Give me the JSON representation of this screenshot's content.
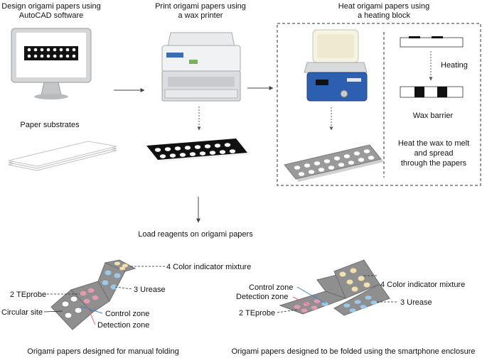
{
  "steps": {
    "design": {
      "line1": "Design origami papers using",
      "line2": "AutoCAD software"
    },
    "print": {
      "line1": "Print origami papers using",
      "line2": "a wax printer"
    },
    "heat": {
      "line1": "Heat origami papers using",
      "line2": "a heating block"
    },
    "substrates": "Paper substrates",
    "load": "Load reagents on origami papers"
  },
  "heat_panel": {
    "heating": "Heating",
    "wax_barrier": "Wax barrier",
    "note_line1": "Heat the wax to melt",
    "note_line2": "and spread",
    "note_line3": "through the papers"
  },
  "manual": {
    "caption": "Origami papers designed for manual folding",
    "labels": {
      "color_indicator": "4 Color indicator mixture",
      "urease": "3 Urease",
      "teprobe": "2 TEprobe",
      "circular_site": "Circular site",
      "control_zone": "Control zone",
      "detection_zone": "Detection zone"
    }
  },
  "enclosure": {
    "caption": "Origami papers designed to be folded using the smartphone enclosure",
    "labels": {
      "control_zone": "Control zone",
      "detection_zone": "Detection zone",
      "color_indicator": "4 Color indicator mixture",
      "teprobe": "2 TEprobe",
      "urease": "3 Urease"
    }
  },
  "colors": {
    "paper_gray": "#8f8f8f",
    "yellow_spot": "#f5deb0",
    "blue_spot": "#9cc8ea",
    "pink_spot": "#e39bb0",
    "hotplate_blue": "#2c5fb0"
  }
}
